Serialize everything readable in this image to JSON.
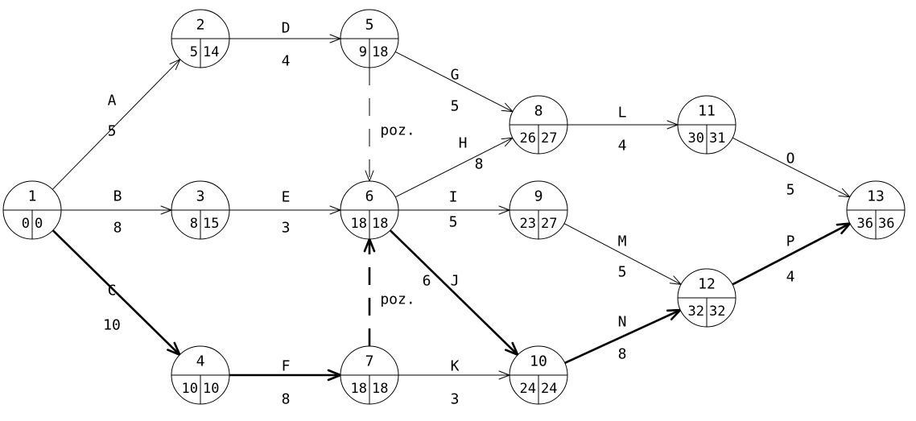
{
  "nodes": [
    {
      "id": "1",
      "earliest": "0",
      "latest": "0"
    },
    {
      "id": "2",
      "earliest": "5",
      "latest": "14"
    },
    {
      "id": "3",
      "earliest": "8",
      "latest": "15"
    },
    {
      "id": "4",
      "earliest": "10",
      "latest": "10"
    },
    {
      "id": "5",
      "earliest": "9",
      "latest": "18"
    },
    {
      "id": "6",
      "earliest": "18",
      "latest": "18"
    },
    {
      "id": "7",
      "earliest": "18",
      "latest": "18"
    },
    {
      "id": "8",
      "earliest": "26",
      "latest": "27"
    },
    {
      "id": "9",
      "earliest": "23",
      "latest": "27"
    },
    {
      "id": "10",
      "earliest": "24",
      "latest": "24"
    },
    {
      "id": "11",
      "earliest": "30",
      "latest": "31"
    },
    {
      "id": "12",
      "earliest": "32",
      "latest": "32"
    },
    {
      "id": "13",
      "earliest": "36",
      "latest": "36"
    }
  ],
  "activities": [
    {
      "from": "1",
      "to": "2",
      "label": "A",
      "duration": "5",
      "critical": false,
      "dummy": false
    },
    {
      "from": "1",
      "to": "3",
      "label": "B",
      "duration": "8",
      "critical": false,
      "dummy": false
    },
    {
      "from": "1",
      "to": "4",
      "label": "C",
      "duration": "10",
      "critical": true,
      "dummy": false
    },
    {
      "from": "2",
      "to": "5",
      "label": "D",
      "duration": "4",
      "critical": false,
      "dummy": false
    },
    {
      "from": "3",
      "to": "6",
      "label": "E",
      "duration": "3",
      "critical": false,
      "dummy": false
    },
    {
      "from": "4",
      "to": "7",
      "label": "F",
      "duration": "8",
      "critical": true,
      "dummy": false
    },
    {
      "from": "5",
      "to": "8",
      "label": "G",
      "duration": "5",
      "critical": false,
      "dummy": false
    },
    {
      "from": "6",
      "to": "8",
      "label": "H",
      "duration": "8",
      "critical": false,
      "dummy": false
    },
    {
      "from": "6",
      "to": "9",
      "label": "I",
      "duration": "5",
      "critical": false,
      "dummy": false
    },
    {
      "from": "6",
      "to": "10",
      "label": "J",
      "duration": "6",
      "critical": true,
      "dummy": false
    },
    {
      "from": "7",
      "to": "10",
      "label": "K",
      "duration": "3",
      "critical": false,
      "dummy": false
    },
    {
      "from": "8",
      "to": "11",
      "label": "L",
      "duration": "4",
      "critical": false,
      "dummy": false
    },
    {
      "from": "9",
      "to": "12",
      "label": "M",
      "duration": "5",
      "critical": false,
      "dummy": false
    },
    {
      "from": "10",
      "to": "12",
      "label": "N",
      "duration": "8",
      "critical": true,
      "dummy": false
    },
    {
      "from": "11",
      "to": "13",
      "label": "O",
      "duration": "5",
      "critical": false,
      "dummy": false
    },
    {
      "from": "12",
      "to": "13",
      "label": "P",
      "duration": "4",
      "critical": true,
      "dummy": false
    },
    {
      "from": "5",
      "to": "6",
      "label": "poz.",
      "duration": "",
      "critical": false,
      "dummy": true
    },
    {
      "from": "7",
      "to": "6",
      "label": "poz.",
      "duration": "",
      "critical": true,
      "dummy": true
    }
  ]
}
